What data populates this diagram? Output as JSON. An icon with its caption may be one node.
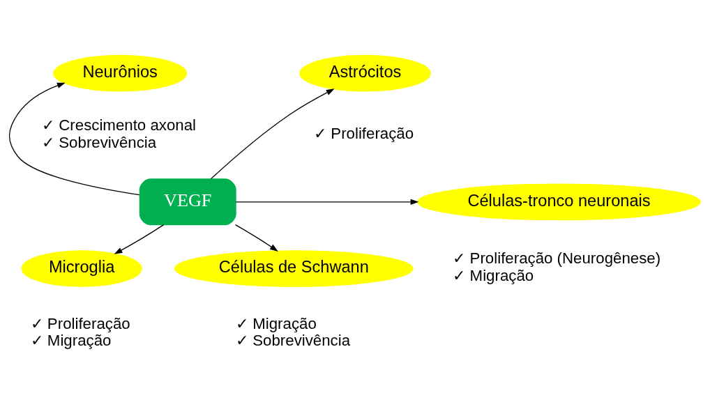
{
  "diagram": {
    "nodes": [
      {
        "text": [
          "VEGF"
        ]
      },
      {
        "text": [
          "Neurônios"
        ],
        "beside": [
          "✓ Crescimento axonal",
          "✓ Sobrevivência"
        ]
      },
      {
        "text": [
          "Astrócitos"
        ],
        "beside": [
          "✓ Proliferação"
        ]
      },
      {
        "text": [
          "Microglia"
        ],
        "beside": [
          "✓ Proliferação",
          "✓ Migração"
        ]
      },
      {
        "text": [
          "Células de Schwann"
        ],
        "beside": [
          "✓ Migração",
          "✓ Sobrevivência"
        ]
      },
      {
        "text": [
          "Células-tronco neuronais"
        ],
        "beside": [
          "✓ Proliferação (Neurogênese)",
          "✓ Migração"
        ]
      }
    ],
    "edges": [
      {
        "from": 0,
        "to": 1,
        "arrow": "to"
      },
      {
        "from": 0,
        "to": 2,
        "arrow": "to"
      },
      {
        "from": 0,
        "to": 3,
        "arrow": "to"
      },
      {
        "from": 0,
        "to": 4,
        "arrow": "to"
      },
      {
        "from": 0,
        "to": 5,
        "arrow": "to"
      }
    ]
  }
}
